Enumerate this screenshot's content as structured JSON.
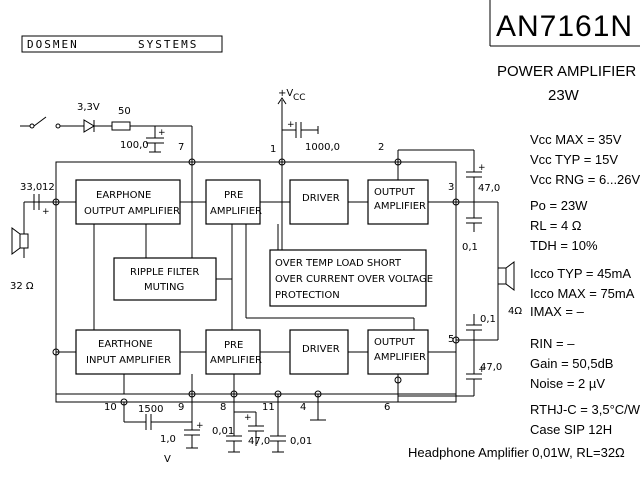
{
  "brand": {
    "name1": "DOSMEN",
    "name2": "SYSTEMS"
  },
  "part": {
    "number": "AN7161N",
    "description": "POWER AMPLIFIER",
    "power": "23W"
  },
  "blocks": {
    "earphone_out": [
      "EARPHONE",
      "OUTPUT AMPLIFIER"
    ],
    "pre_amp_top": [
      "PRE",
      "AMPLIFIER"
    ],
    "driver_top": "DRIVER",
    "output_top": [
      "OUTPUT",
      "AMPLIFIER"
    ],
    "ripple": [
      "RIPPLE FILTER",
      "MUTING"
    ],
    "protection": [
      "OVER TEMP LOAD SHORT",
      "OVER CURRENT OVER VOLTAGE",
      "PROTECTION"
    ],
    "earthone_in": [
      "EARTHONE",
      "INPUT AMPLIFIER"
    ],
    "pre_amp_bot": [
      "PRE",
      "AMPLIFIER"
    ],
    "driver_bot": "DRIVER",
    "output_bot": [
      "OUTPUT",
      "AMPLIFIER"
    ]
  },
  "components": {
    "zener": "3,3V",
    "r50": "50",
    "c100": "100,0",
    "vcc": "+V",
    "vcc_sub": "CC",
    "c1000": "1000,0",
    "c33": "33,0",
    "r32": "32 Ω",
    "c47_top": "47,0",
    "c01_top": "0,1",
    "r4": "4Ω",
    "c01_bot": "0,1",
    "c47_bot": "47,0",
    "c1500": "1500",
    "c10": "1,0",
    "c10_unit": "V",
    "c001a": "0,01",
    "c47_mid": "47,0",
    "c001b": "0,01"
  },
  "pins": {
    "p1": "1",
    "p2": "2",
    "p3": "3",
    "p4": "4",
    "p5": "5",
    "p6": "6",
    "p7": "7",
    "p8": "8",
    "p9": "9",
    "p10": "10",
    "p11": "11",
    "p12": "12"
  },
  "specs": {
    "vcc_max": "Vcc MAX = 35V",
    "vcc_typ": "Vcc TYP = 15V",
    "vcc_rng": "Vcc RNG = 6...26V",
    "po": "Po = 23W",
    "rl": "RL = 4 Ω",
    "tdh": "TDH = 10%",
    "icco_typ": "Icco TYP = 45mA",
    "icco_max": "Icco MAX = 75mA",
    "imax": "IMAX = –",
    "rin": "RIN = –",
    "gain": "Gain = 50,5dB",
    "noise": "Noise = 2 µV",
    "rthj": "RTHJ-C = 3,5°C/W",
    "case": "Case SIP 12H",
    "headphone": "Headphone Amplifier 0,01W, RL=32Ω"
  }
}
